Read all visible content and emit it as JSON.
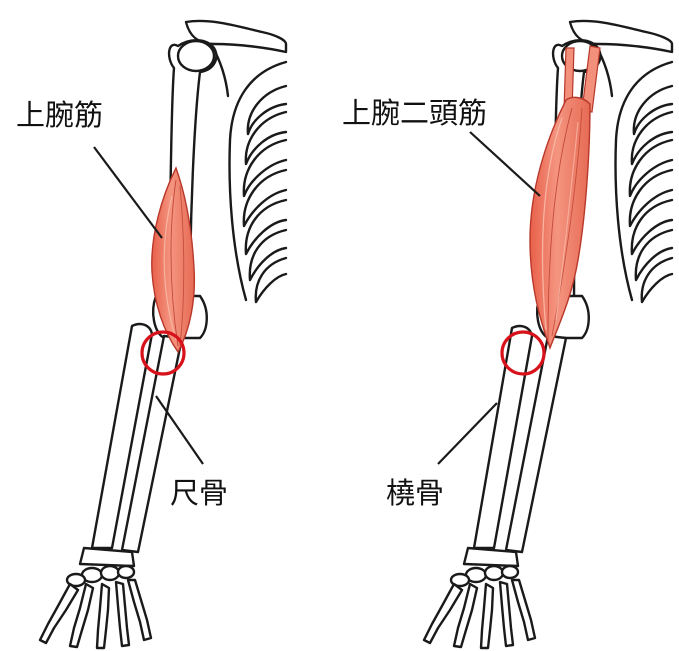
{
  "labels": {
    "brachialis": "上腕筋",
    "biceps_brachii": "上腕二頭筋",
    "ulna": "尺骨",
    "radius": "橈骨"
  },
  "colors": {
    "muscle_fill": "#f0826c",
    "muscle_stroke": "#b8382a",
    "muscle_highlight": "#f8b9a9",
    "marker_circle": "#d8121b",
    "bone_stroke": "#1a1a1a",
    "bone_fill": "#ffffff",
    "leader_line": "#1a1a1a"
  }
}
